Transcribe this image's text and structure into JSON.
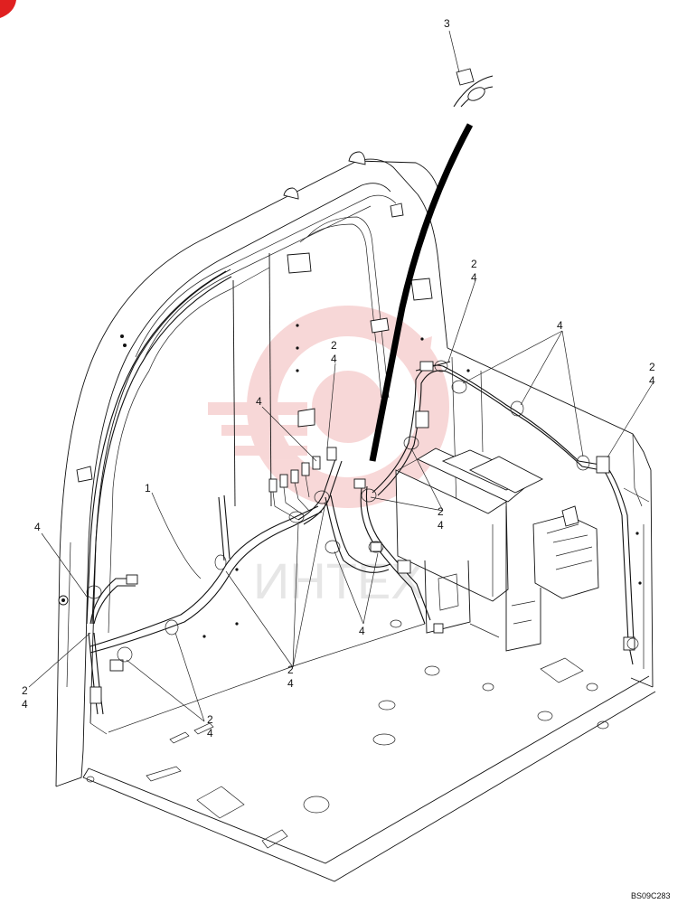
{
  "diagram": {
    "drawing_code": "BS09C283",
    "watermark_text": "ИНТЕХ",
    "callouts": [
      {
        "id": "c3",
        "text": "3"
      },
      {
        "id": "c1",
        "text": "1"
      },
      {
        "id": "c2a",
        "text": "2"
      },
      {
        "id": "c4a",
        "text": "4"
      },
      {
        "id": "c2b",
        "text": "2"
      },
      {
        "id": "c4b",
        "text": "4"
      },
      {
        "id": "c2c",
        "text": "2"
      },
      {
        "id": "c4c",
        "text": "4"
      },
      {
        "id": "c4d",
        "text": "4"
      },
      {
        "id": "c4e",
        "text": "4"
      },
      {
        "id": "c2f",
        "text": "2"
      },
      {
        "id": "c4f",
        "text": "4"
      },
      {
        "id": "c4g",
        "text": "4"
      },
      {
        "id": "c2h",
        "text": "2"
      },
      {
        "id": "c4h",
        "text": "4"
      },
      {
        "id": "c2i",
        "text": "2"
      },
      {
        "id": "c4i",
        "text": "4"
      },
      {
        "id": "c2j",
        "text": "2"
      },
      {
        "id": "c4j",
        "text": "4"
      },
      {
        "id": "c4k",
        "text": "4"
      }
    ],
    "colors": {
      "line": "#111111",
      "watermark": "#f2b8b8",
      "corner_badge": "#e02020"
    }
  }
}
